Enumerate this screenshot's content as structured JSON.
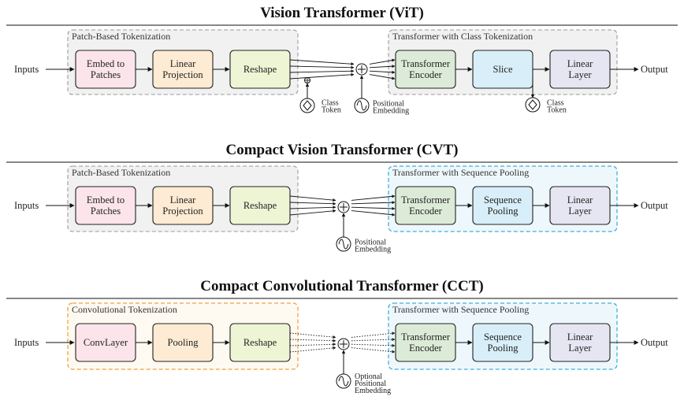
{
  "colors": {
    "embed": "#fbe4ea",
    "linear_proj": "#fdebd3",
    "reshape": "#eef5d5",
    "transformer": "#dcebd7",
    "slice_seqpool": "#d8eef8",
    "linear_layer": "#e6e6f3",
    "group_gray": "#f1f1f1",
    "group_orange_border": "#f0a13c",
    "group_blue_border": "#3fb0d8",
    "group_blue_fill": "#eef8fc",
    "group_orange_fill": "#fffaf1"
  },
  "sections": [
    {
      "title": "Vision Transformer (ViT)",
      "input_label": "Inputs",
      "output_label": "Output",
      "left_group": "Patch-Based Tokenization",
      "right_group": "Transformer with Class Tokenization",
      "blocks": [
        {
          "lines": [
            "Embed to",
            "Patches"
          ],
          "color": "embed"
        },
        {
          "lines": [
            "Linear",
            "Projection"
          ],
          "color": "linear_proj"
        },
        {
          "lines": [
            "Reshape"
          ],
          "color": "reshape"
        },
        {
          "lines": [
            "Transformer",
            "Encoder"
          ],
          "color": "transformer"
        },
        {
          "lines": [
            "Slice"
          ],
          "color": "slice_seqpool"
        },
        {
          "lines": [
            "Linear",
            "Layer"
          ],
          "color": "linear_layer"
        }
      ],
      "class_token_label": [
        "Class",
        "Token"
      ],
      "slice_token_label": [
        "Class",
        "Token"
      ],
      "pos_embed_label": [
        "Positional",
        "Embedding"
      ]
    },
    {
      "title": "Compact Vision Transformer (CVT)",
      "input_label": "Inputs",
      "output_label": "Output",
      "left_group": "Patch-Based Tokenization",
      "right_group": "Transformer with Sequence Pooling",
      "blocks": [
        {
          "lines": [
            "Embed to",
            "Patches"
          ],
          "color": "embed"
        },
        {
          "lines": [
            "Linear",
            "Projection"
          ],
          "color": "linear_proj"
        },
        {
          "lines": [
            "Reshape"
          ],
          "color": "reshape"
        },
        {
          "lines": [
            "Transformer",
            "Encoder"
          ],
          "color": "transformer"
        },
        {
          "lines": [
            "Sequence",
            "Pooling"
          ],
          "color": "slice_seqpool"
        },
        {
          "lines": [
            "Linear",
            "Layer"
          ],
          "color": "linear_layer"
        }
      ],
      "pos_embed_label": [
        "Positional",
        "Embedding"
      ]
    },
    {
      "title": "Compact Convolutional Transformer (CCT)",
      "input_label": "Inputs",
      "output_label": "Output",
      "left_group": "Convolutional Tokenization",
      "right_group": "Transformer with Sequence Pooling",
      "blocks": [
        {
          "lines": [
            "ConvLayer"
          ],
          "color": "embed"
        },
        {
          "lines": [
            "Pooling"
          ],
          "color": "linear_proj"
        },
        {
          "lines": [
            "Reshape"
          ],
          "color": "reshape"
        },
        {
          "lines": [
            "Transformer",
            "Encoder"
          ],
          "color": "transformer"
        },
        {
          "lines": [
            "Sequence",
            "Pooling"
          ],
          "color": "slice_seqpool"
        },
        {
          "lines": [
            "Linear",
            "Layer"
          ],
          "color": "linear_layer"
        }
      ],
      "pos_embed_label": [
        "Optional",
        "Positional",
        "Embedding"
      ]
    }
  ]
}
